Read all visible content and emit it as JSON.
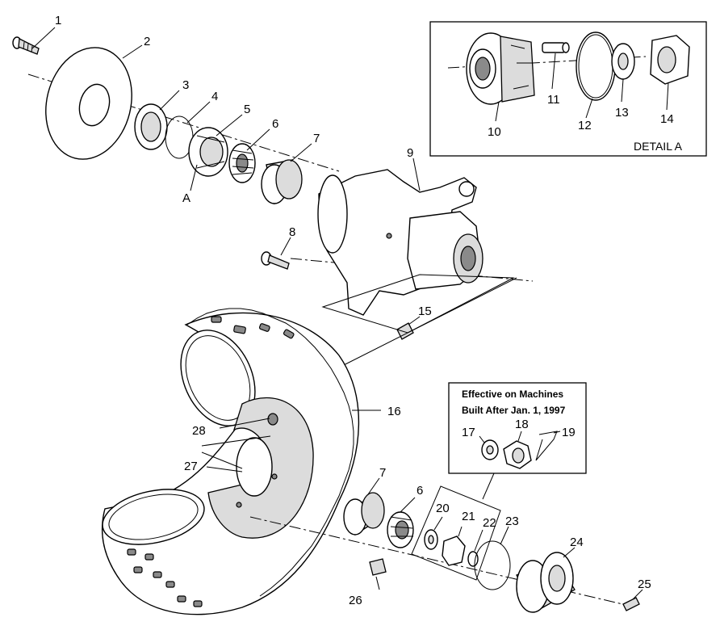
{
  "detail_box": {
    "title": "DETAIL A",
    "callouts": [
      "10",
      "11",
      "12",
      "13",
      "14"
    ]
  },
  "effective_box": {
    "line1": "Effective on Machines",
    "line2": "Built After Jan. 1, 1997",
    "callouts": [
      "17",
      "18",
      "19"
    ]
  },
  "main_callouts": {
    "c1": "1",
    "c2": "2",
    "c3": "3",
    "c4": "4",
    "c5": "5",
    "c6a": "6",
    "c7a": "7",
    "c8": "8",
    "c9": "9",
    "c15": "15",
    "c16": "16",
    "c7b": "7",
    "c6b": "6",
    "c20": "20",
    "c21": "21",
    "c22": "22",
    "c23": "23",
    "c24": "24",
    "c25": "25",
    "c26": "26",
    "c27": "27",
    "c28": "28",
    "detail_ref": "A"
  }
}
